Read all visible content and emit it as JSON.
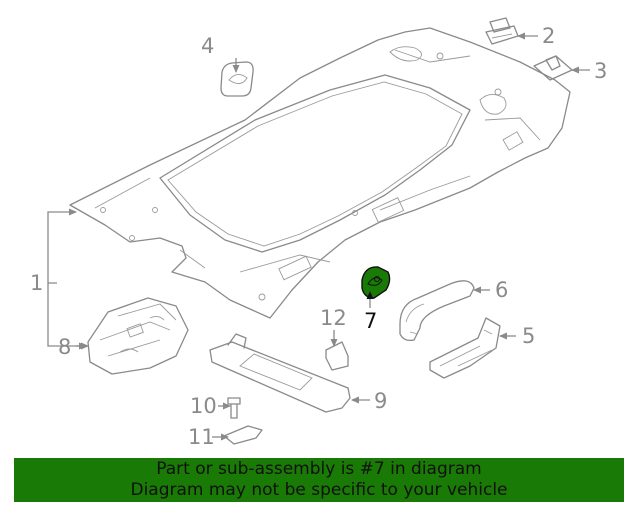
{
  "callouts": {
    "c1": "1",
    "c2": "2",
    "c3": "3",
    "c4": "4",
    "c5": "5",
    "c6": "6",
    "c7": "7",
    "c8": "8",
    "c9": "9",
    "c10": "10",
    "c11": "11",
    "c12": "12"
  },
  "highlight": {
    "part_number": "7",
    "color": "#1a7a06"
  },
  "banner": {
    "line1": "Part or sub-assembly is #7 in diagram",
    "line2": "Diagram may not be specific to your vehicle",
    "background": "#1a7a06"
  }
}
